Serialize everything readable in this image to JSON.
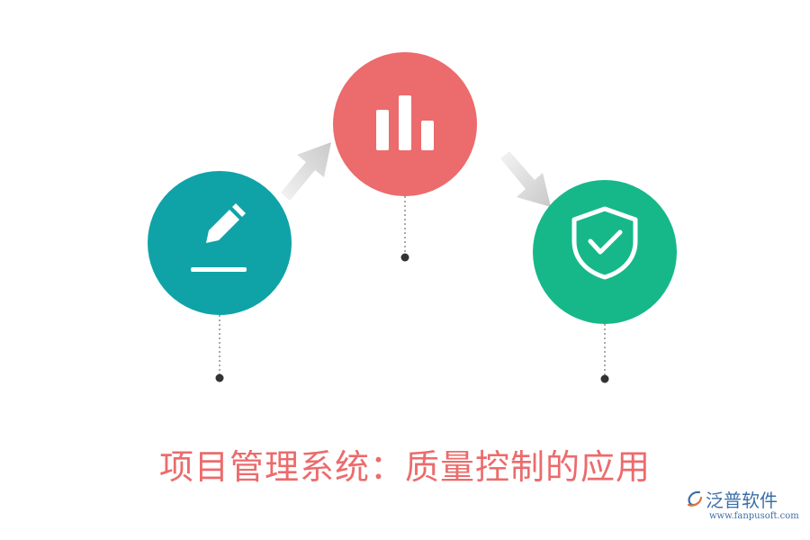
{
  "title": "项目管理系统：质量控制的应用",
  "nodes": [
    {
      "id": "node-1",
      "icon": "edit-pen-icon",
      "color": "#0fa3a8"
    },
    {
      "id": "node-2",
      "icon": "bar-chart-icon",
      "color": "#ec6b6c"
    },
    {
      "id": "node-3",
      "icon": "shield-check-icon",
      "color": "#16b889"
    }
  ],
  "arrows": [
    {
      "from": "node-1",
      "to": "node-2"
    },
    {
      "from": "node-2",
      "to": "node-3"
    }
  ],
  "logo": {
    "name": "泛普软件",
    "url": "www.fanpusoft.com",
    "color": "#3b6fa8"
  }
}
